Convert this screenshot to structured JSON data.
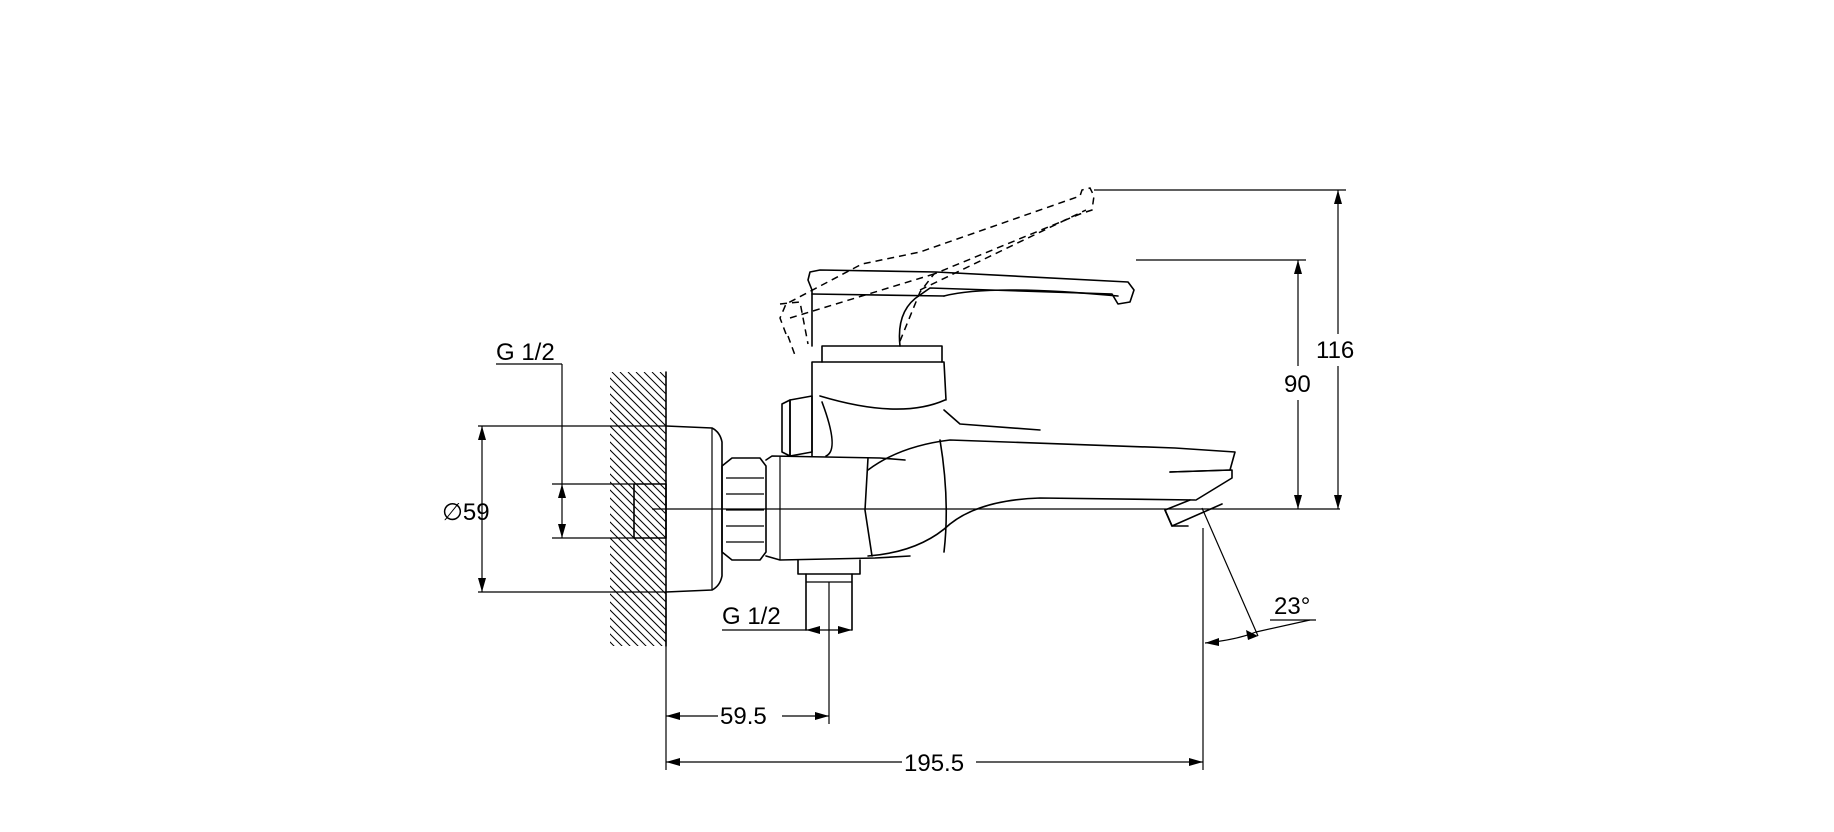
{
  "dimensions": {
    "thread_inlet": "G 1/2",
    "thread_outlet": "G 1/2",
    "diameter_flange": "∅59",
    "height_lever": "90",
    "height_lever_raised": "116",
    "spout_angle": "23°",
    "outlet_offset": "59.5",
    "spout_reach": "195.5"
  },
  "colors": {
    "line": "#000000",
    "background": "#ffffff"
  }
}
